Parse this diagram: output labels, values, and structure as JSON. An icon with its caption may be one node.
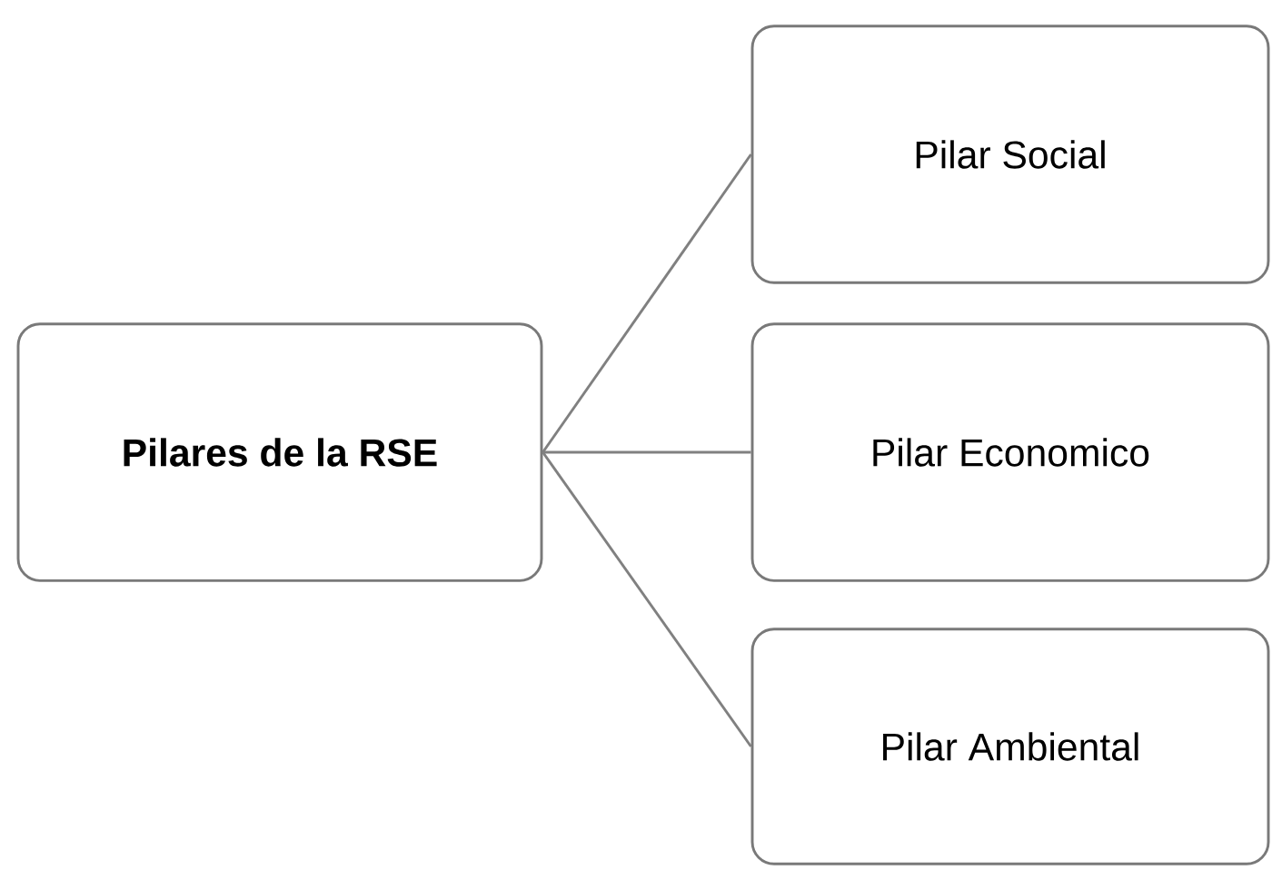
{
  "diagram": {
    "nodes": [
      {
        "text": [
          "Pilares de la RSE"
        ]
      },
      {
        "text": [
          "Pilar Social"
        ]
      },
      {
        "text": [
          "Pilar Economico"
        ]
      },
      {
        "text": [
          "Pilar Ambiental"
        ]
      }
    ],
    "edges": [
      {
        "from": 0,
        "to": 1,
        "arrow": "none"
      },
      {
        "from": 0,
        "to": 2,
        "arrow": "none"
      },
      {
        "from": 0,
        "to": 3,
        "arrow": "none"
      }
    ]
  }
}
